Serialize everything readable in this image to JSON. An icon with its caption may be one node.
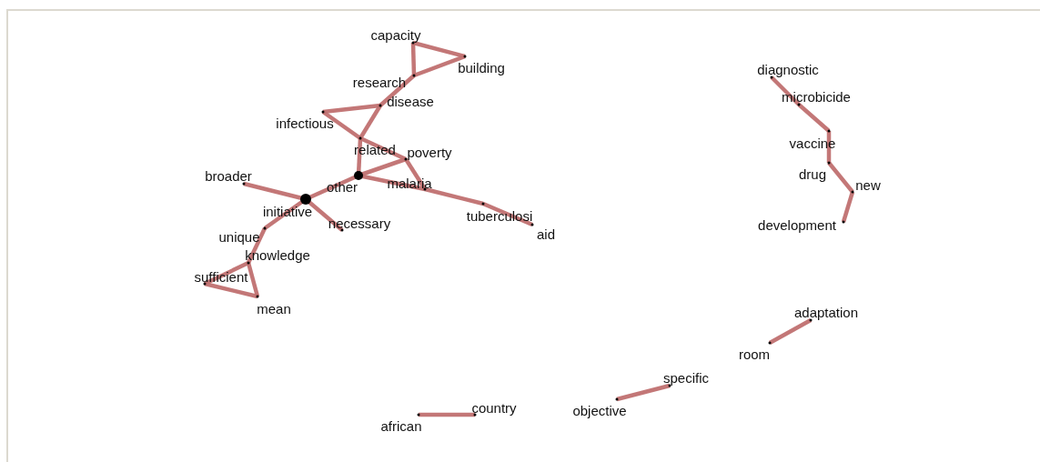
{
  "diagram": {
    "nodes": [
      {
        "text": [
          "capacity"
        ]
      },
      {
        "text": [
          "building"
        ]
      },
      {
        "text": [
          "research"
        ]
      },
      {
        "text": [
          "disease"
        ]
      },
      {
        "text": [
          "infectious"
        ]
      },
      {
        "text": [
          "related"
        ]
      },
      {
        "text": [
          "poverty"
        ]
      },
      {
        "text": [
          "other"
        ]
      },
      {
        "text": [
          "malaria"
        ]
      },
      {
        "text": [
          "tuberculosi"
        ]
      },
      {
        "text": [
          "aid"
        ]
      },
      {
        "text": [
          "broader"
        ]
      },
      {
        "text": [
          "initiative"
        ]
      },
      {
        "text": [
          "necessary"
        ]
      },
      {
        "text": [
          "unique"
        ]
      },
      {
        "text": [
          "knowledge"
        ]
      },
      {
        "text": [
          "sufficient"
        ]
      },
      {
        "text": [
          "mean"
        ]
      },
      {
        "text": [
          "diagnostic"
        ]
      },
      {
        "text": [
          "microbicide"
        ]
      },
      {
        "text": [
          "vaccine"
        ]
      },
      {
        "text": [
          "drug"
        ]
      },
      {
        "text": [
          "new"
        ]
      },
      {
        "text": [
          "development"
        ]
      },
      {
        "text": [
          "adaptation"
        ]
      },
      {
        "text": [
          "room"
        ]
      },
      {
        "text": [
          "specific"
        ]
      },
      {
        "text": [
          "objective"
        ]
      },
      {
        "text": [
          "country"
        ]
      },
      {
        "text": [
          "african"
        ]
      }
    ],
    "edges": [
      {
        "from": 0,
        "to": 1,
        "arrow": "none"
      },
      {
        "from": 0,
        "to": 2,
        "arrow": "none"
      },
      {
        "from": 1,
        "to": 2,
        "arrow": "none"
      },
      {
        "from": 2,
        "to": 3,
        "arrow": "none"
      },
      {
        "from": 3,
        "to": 4,
        "arrow": "none"
      },
      {
        "from": 3,
        "to": 5,
        "arrow": "none"
      },
      {
        "from": 4,
        "to": 5,
        "arrow": "none"
      },
      {
        "from": 5,
        "to": 7,
        "arrow": "none"
      },
      {
        "from": 5,
        "to": 6,
        "arrow": "none"
      },
      {
        "from": 6,
        "to": 7,
        "arrow": "none"
      },
      {
        "from": 6,
        "to": 8,
        "arrow": "none"
      },
      {
        "from": 7,
        "to": 8,
        "arrow": "none"
      },
      {
        "from": 8,
        "to": 9,
        "arrow": "none"
      },
      {
        "from": 9,
        "to": 10,
        "arrow": "none"
      },
      {
        "from": 7,
        "to": 12,
        "arrow": "none"
      },
      {
        "from": 11,
        "to": 12,
        "arrow": "none"
      },
      {
        "from": 12,
        "to": 13,
        "arrow": "none"
      },
      {
        "from": 12,
        "to": 14,
        "arrow": "none"
      },
      {
        "from": 14,
        "to": 15,
        "arrow": "none"
      },
      {
        "from": 15,
        "to": 16,
        "arrow": "none"
      },
      {
        "from": 15,
        "to": 17,
        "arrow": "none"
      },
      {
        "from": 16,
        "to": 17,
        "arrow": "none"
      },
      {
        "from": 18,
        "to": 19,
        "arrow": "none"
      },
      {
        "from": 19,
        "to": 20,
        "arrow": "none"
      },
      {
        "from": 20,
        "to": 21,
        "arrow": "none"
      },
      {
        "from": 21,
        "to": 22,
        "arrow": "none"
      },
      {
        "from": 22,
        "to": 23,
        "arrow": "none"
      },
      {
        "from": 24,
        "to": 25,
        "arrow": "none"
      },
      {
        "from": 26,
        "to": 27,
        "arrow": "none"
      },
      {
        "from": 28,
        "to": 29,
        "arrow": "none"
      }
    ]
  }
}
